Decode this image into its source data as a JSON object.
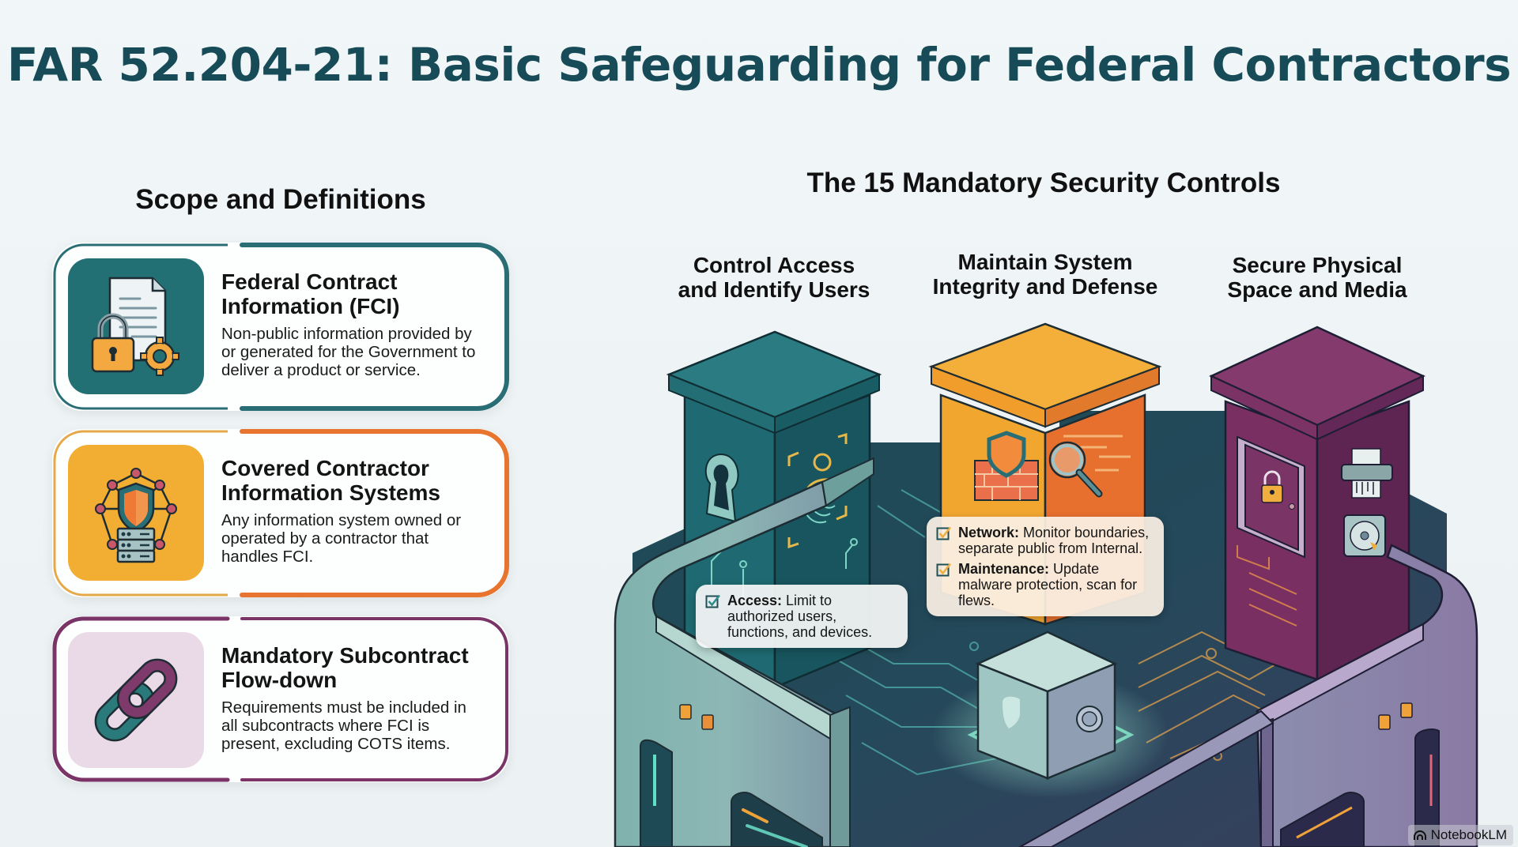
{
  "title": "FAR 52.204-21: Basic Safeguarding for Federal Contractors",
  "scope": {
    "heading": "Scope and Definitions",
    "cards": [
      {
        "title_line1": "Federal Contract",
        "title_line2": "Information (FCI)",
        "description": "Non-public information provided by or generated for the Government to deliver a product or service.",
        "icon": "document-lock-gear-icon",
        "accent": "#226f74"
      },
      {
        "title_line1": "Covered Contractor",
        "title_line2": "Information Systems",
        "description": "Any information system owned or operated by a contractor that handles FCI.",
        "icon": "network-shield-server-icon",
        "accent": "#e8752f"
      },
      {
        "title_line1": "Mandatory Subcontract",
        "title_line2": "Flow-down",
        "description": "Requirements must be included in all subcontracts where FCI is present, excluding COTS items.",
        "icon": "chain-link-icon",
        "accent": "#7a3467"
      }
    ]
  },
  "controls": {
    "heading": "The 15 Mandatory Security Controls",
    "pillars": [
      {
        "heading_line1": "Control Access",
        "heading_line2": "and Identify Users",
        "color": "#1f6b72",
        "icons": [
          "keyhole-icon",
          "fingerprint-scan-icon"
        ]
      },
      {
        "heading_line1": "Maintain System",
        "heading_line2": "Integrity and Defense",
        "color": "#f0a32e",
        "icons": [
          "firewall-shield-icon",
          "magnifier-scan-icon"
        ]
      },
      {
        "heading_line1": "Secure Physical",
        "heading_line2": "Space and Media",
        "color": "#7a2f63",
        "icons": [
          "locked-door-icon",
          "shredder-icon",
          "hard-drive-icon"
        ]
      }
    ],
    "callouts": {
      "access": {
        "label": "Access:",
        "text": " Limit to authorized users, functions, and devices."
      },
      "network": {
        "label": "Network:",
        "text": " Monitor boundaries, separate public from Internal."
      },
      "maintenance": {
        "label": "Maintenance:",
        "text": " Update malware protection, scan for flews."
      }
    },
    "center_icon": "vault-safe-icon"
  },
  "watermark": "NotebookLM"
}
